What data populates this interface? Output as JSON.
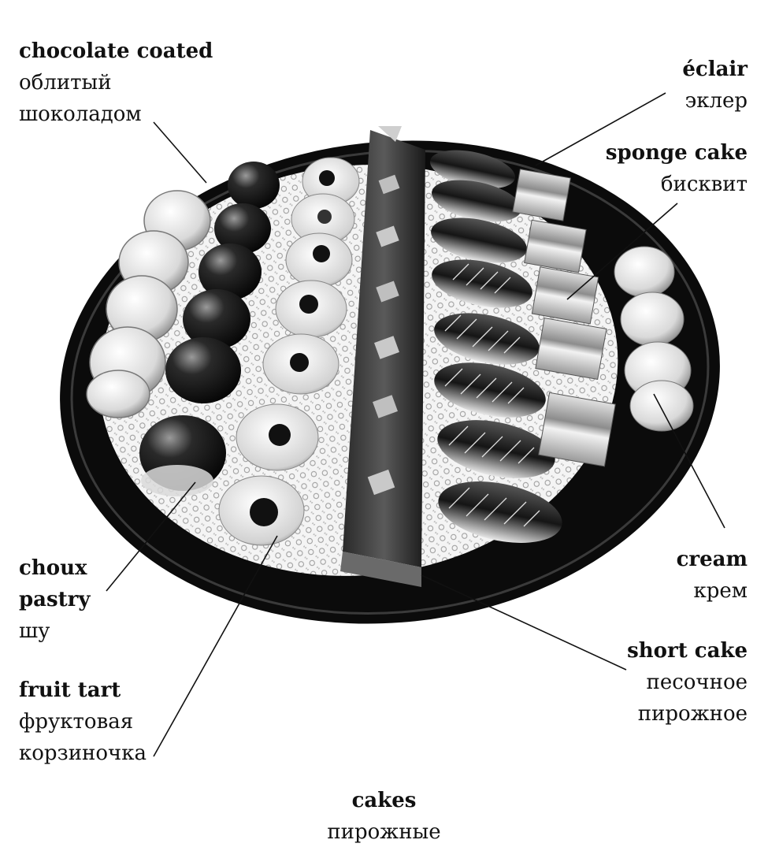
{
  "labels": {
    "chocolate_coated": {
      "en": "chocolate coated",
      "ru_line1": "облитый",
      "ru_line2": "шоколадом"
    },
    "eclair": {
      "en": "éclair",
      "ru": "эклер"
    },
    "sponge_cake": {
      "en": "sponge cake",
      "ru": "бисквит"
    },
    "choux_pastry": {
      "en_line1": "choux",
      "en_line2": "pastry",
      "ru": "шу"
    },
    "cream": {
      "en": "cream",
      "ru": "крем"
    },
    "fruit_tart": {
      "en": "fruit tart",
      "ru_line1": "фруктовая",
      "ru_line2": "корзиночка"
    },
    "short_cake": {
      "en": "short cake",
      "ru_line1": "песочное",
      "ru_line2": "пирожное"
    },
    "cakes": {
      "en": "cakes",
      "ru": "пирожные"
    }
  }
}
